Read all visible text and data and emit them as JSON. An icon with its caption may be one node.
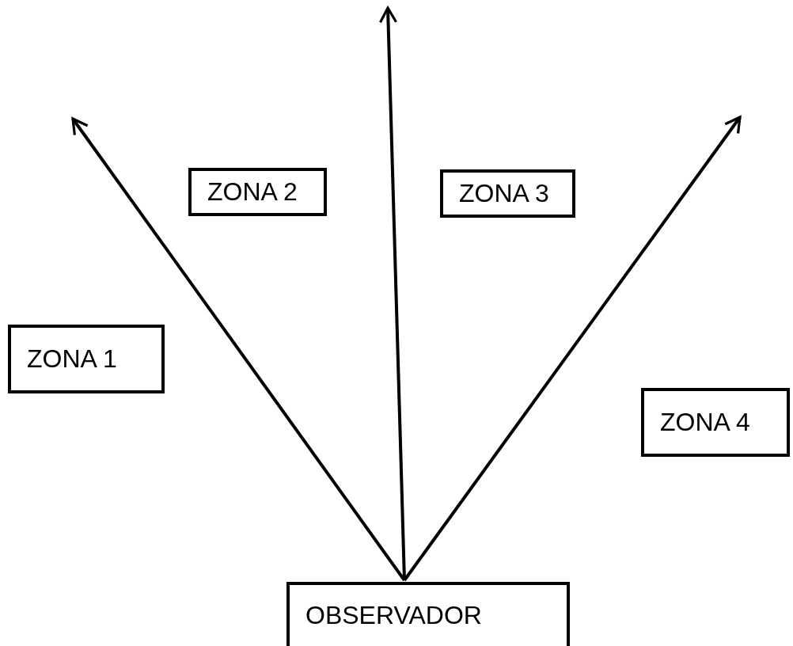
{
  "diagram": {
    "nodes": [
      {
        "text": [
          "ZONA 2"
        ]
      },
      {
        "text": [
          "ZONA 3"
        ]
      },
      {
        "text": [
          "ZONA 1"
        ]
      },
      {
        "text": [
          "ZONA 4"
        ]
      },
      {
        "text": [
          "OBSERVADOR"
        ]
      }
    ],
    "edges": [
      {
        "from": 4,
        "to": null,
        "arrow": "to"
      },
      {
        "from": 4,
        "to": null,
        "arrow": "to"
      },
      {
        "from": 4,
        "to": null,
        "arrow": "to"
      }
    ]
  }
}
